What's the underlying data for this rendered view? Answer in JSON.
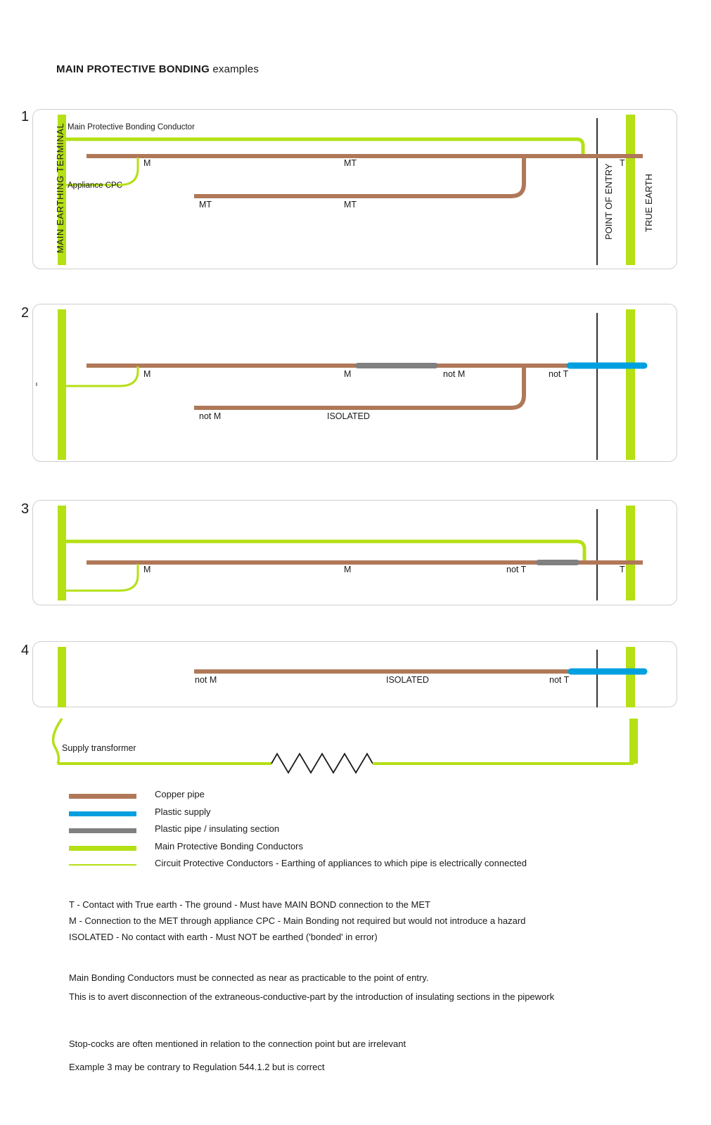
{
  "title": {
    "strong": "MAIN PROTECTIVE BONDING",
    "light": "examples"
  },
  "colors": {
    "copper": "#b07858",
    "plastic_supply": "#00a0e0",
    "insulating_section": "#808080",
    "bonding_conductor": "#b4e014",
    "cpc": "#b4e014",
    "point_of_entry": "#000000",
    "panel_border": "#cfcfcf"
  },
  "panels": [
    {
      "number": "1",
      "met_label": "MAIN EARTHING TERMINAL",
      "point_of_entry_label": "POINT OF ENTRY",
      "true_earth_label": "TRUE EARTH",
      "labels": [
        {
          "name": "main-bonding-conductor-label",
          "text": "Main Protective Bonding Conductor"
        },
        {
          "name": "appliance-cpc-label",
          "text": "Appliance CPC"
        },
        {
          "name": "pipe-label-m",
          "text": "M"
        },
        {
          "name": "pipe-label-mt-upper-mid",
          "text": "MT"
        },
        {
          "name": "pipe-label-t-right",
          "text": "T"
        },
        {
          "name": "pipe-label-mt-lower-left",
          "text": "MT"
        },
        {
          "name": "pipe-label-mt-lower-mid",
          "text": "MT"
        }
      ]
    },
    {
      "number": "2",
      "labels": [
        {
          "name": "pipe-label-m-left",
          "text": "M"
        },
        {
          "name": "pipe-label-m-mid",
          "text": "M"
        },
        {
          "name": "pipe-label-not-m-right",
          "text": "not M"
        },
        {
          "name": "pipe-label-not-t",
          "text": "not T"
        },
        {
          "name": "pipe-label-not-m-lower",
          "text": "not M"
        },
        {
          "name": "pipe-label-isolated",
          "text": "ISOLATED"
        }
      ]
    },
    {
      "number": "3",
      "labels": [
        {
          "name": "pipe-label-m-left",
          "text": "M"
        },
        {
          "name": "pipe-label-m-mid",
          "text": "M"
        },
        {
          "name": "pipe-label-not-t",
          "text": "not T"
        },
        {
          "name": "pipe-label-t-right",
          "text": "T"
        }
      ]
    },
    {
      "number": "4",
      "labels": [
        {
          "name": "pipe-label-not-m",
          "text": "not M"
        },
        {
          "name": "pipe-label-isolated",
          "text": "ISOLATED"
        },
        {
          "name": "pipe-label-not-t",
          "text": "not T"
        }
      ]
    }
  ],
  "supply": {
    "transformer_label": "Supply transformer"
  },
  "legend": [
    {
      "name": "legend-copper-pipe",
      "label": "Copper pipe",
      "color": "#b07858",
      "style": "thick"
    },
    {
      "name": "legend-plastic-supply",
      "label": "Plastic supply",
      "color": "#00a0e0",
      "style": "thick"
    },
    {
      "name": "legend-insulating-section",
      "label": "Plastic pipe  / insulating section",
      "color": "#808080",
      "style": "thick"
    },
    {
      "name": "legend-bonding-conductors",
      "label": "Main Protective Bonding Conductors",
      "color": "#b4e014",
      "style": "thick"
    },
    {
      "name": "legend-cpc",
      "label": "Circuit Protective Conductors - Earthing of appliances to which pipe is electrically connected",
      "color": "#b4e014",
      "style": "thin"
    }
  ],
  "notes": {
    "key": [
      "T - Contact with True earth - The ground  - Must have MAIN BOND connection to the MET",
      "M - Connection to the MET through appliance CPC  - Main Bonding not required but would not introduce a hazard",
      "ISOLATED - No contact with earth  - Must NOT be earthed ('bonded' in error)"
    ],
    "rules": [
      "Main Bonding Conductors must be connected as near as practicable to the point of entry.",
      "This is to avert disconnection of the extraneous-conductive-part by the introduction of  insulating sections in the pipework"
    ],
    "remarks": [
      "Stop-cocks are often mentioned in relation to the connection point but are irrelevant",
      "Example 3 may be contrary to Regulation 544.1.2 but is correct"
    ]
  }
}
